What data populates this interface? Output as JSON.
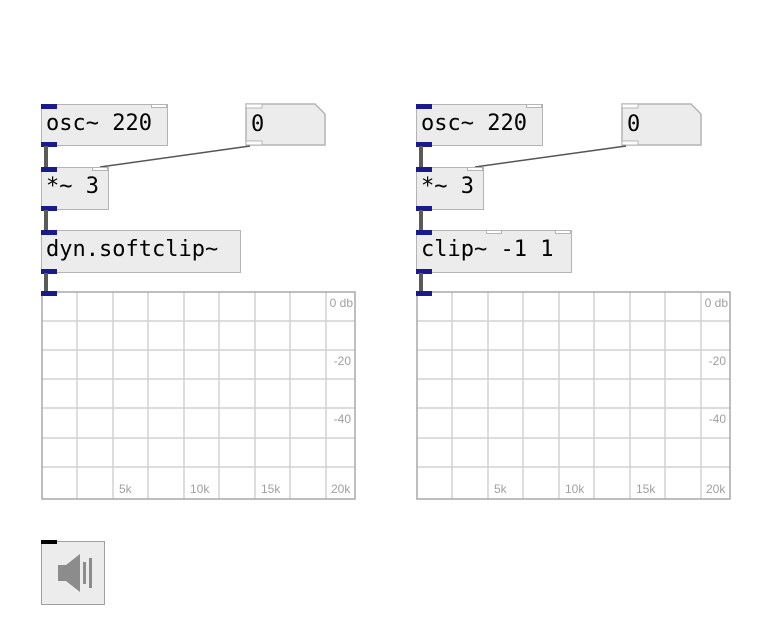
{
  "patch": {
    "left": {
      "osc_label": "osc~ 220",
      "number_value": "0",
      "mul_label": "*~ 3",
      "process_label": "dyn.softclip~",
      "scope_db_labels": [
        "0 db",
        "-20",
        "-40"
      ],
      "scope_freq_labels": [
        "5k",
        "10k",
        "15k",
        "20k"
      ]
    },
    "right": {
      "osc_label": "osc~ 220",
      "number_value": "0",
      "mul_label": "*~ 3",
      "process_label": "clip~ -1 1",
      "scope_db_labels": [
        "0 db",
        "-20",
        "-40"
      ],
      "scope_freq_labels": [
        "5k",
        "10k",
        "15k",
        "20k"
      ]
    },
    "dac_icon": "speaker-icon"
  },
  "colors": {
    "signal_inlet": "#1a1a8c",
    "box_fill": "#ececec",
    "box_border": "#b4b4b4",
    "grid": "#d2d2d2"
  }
}
